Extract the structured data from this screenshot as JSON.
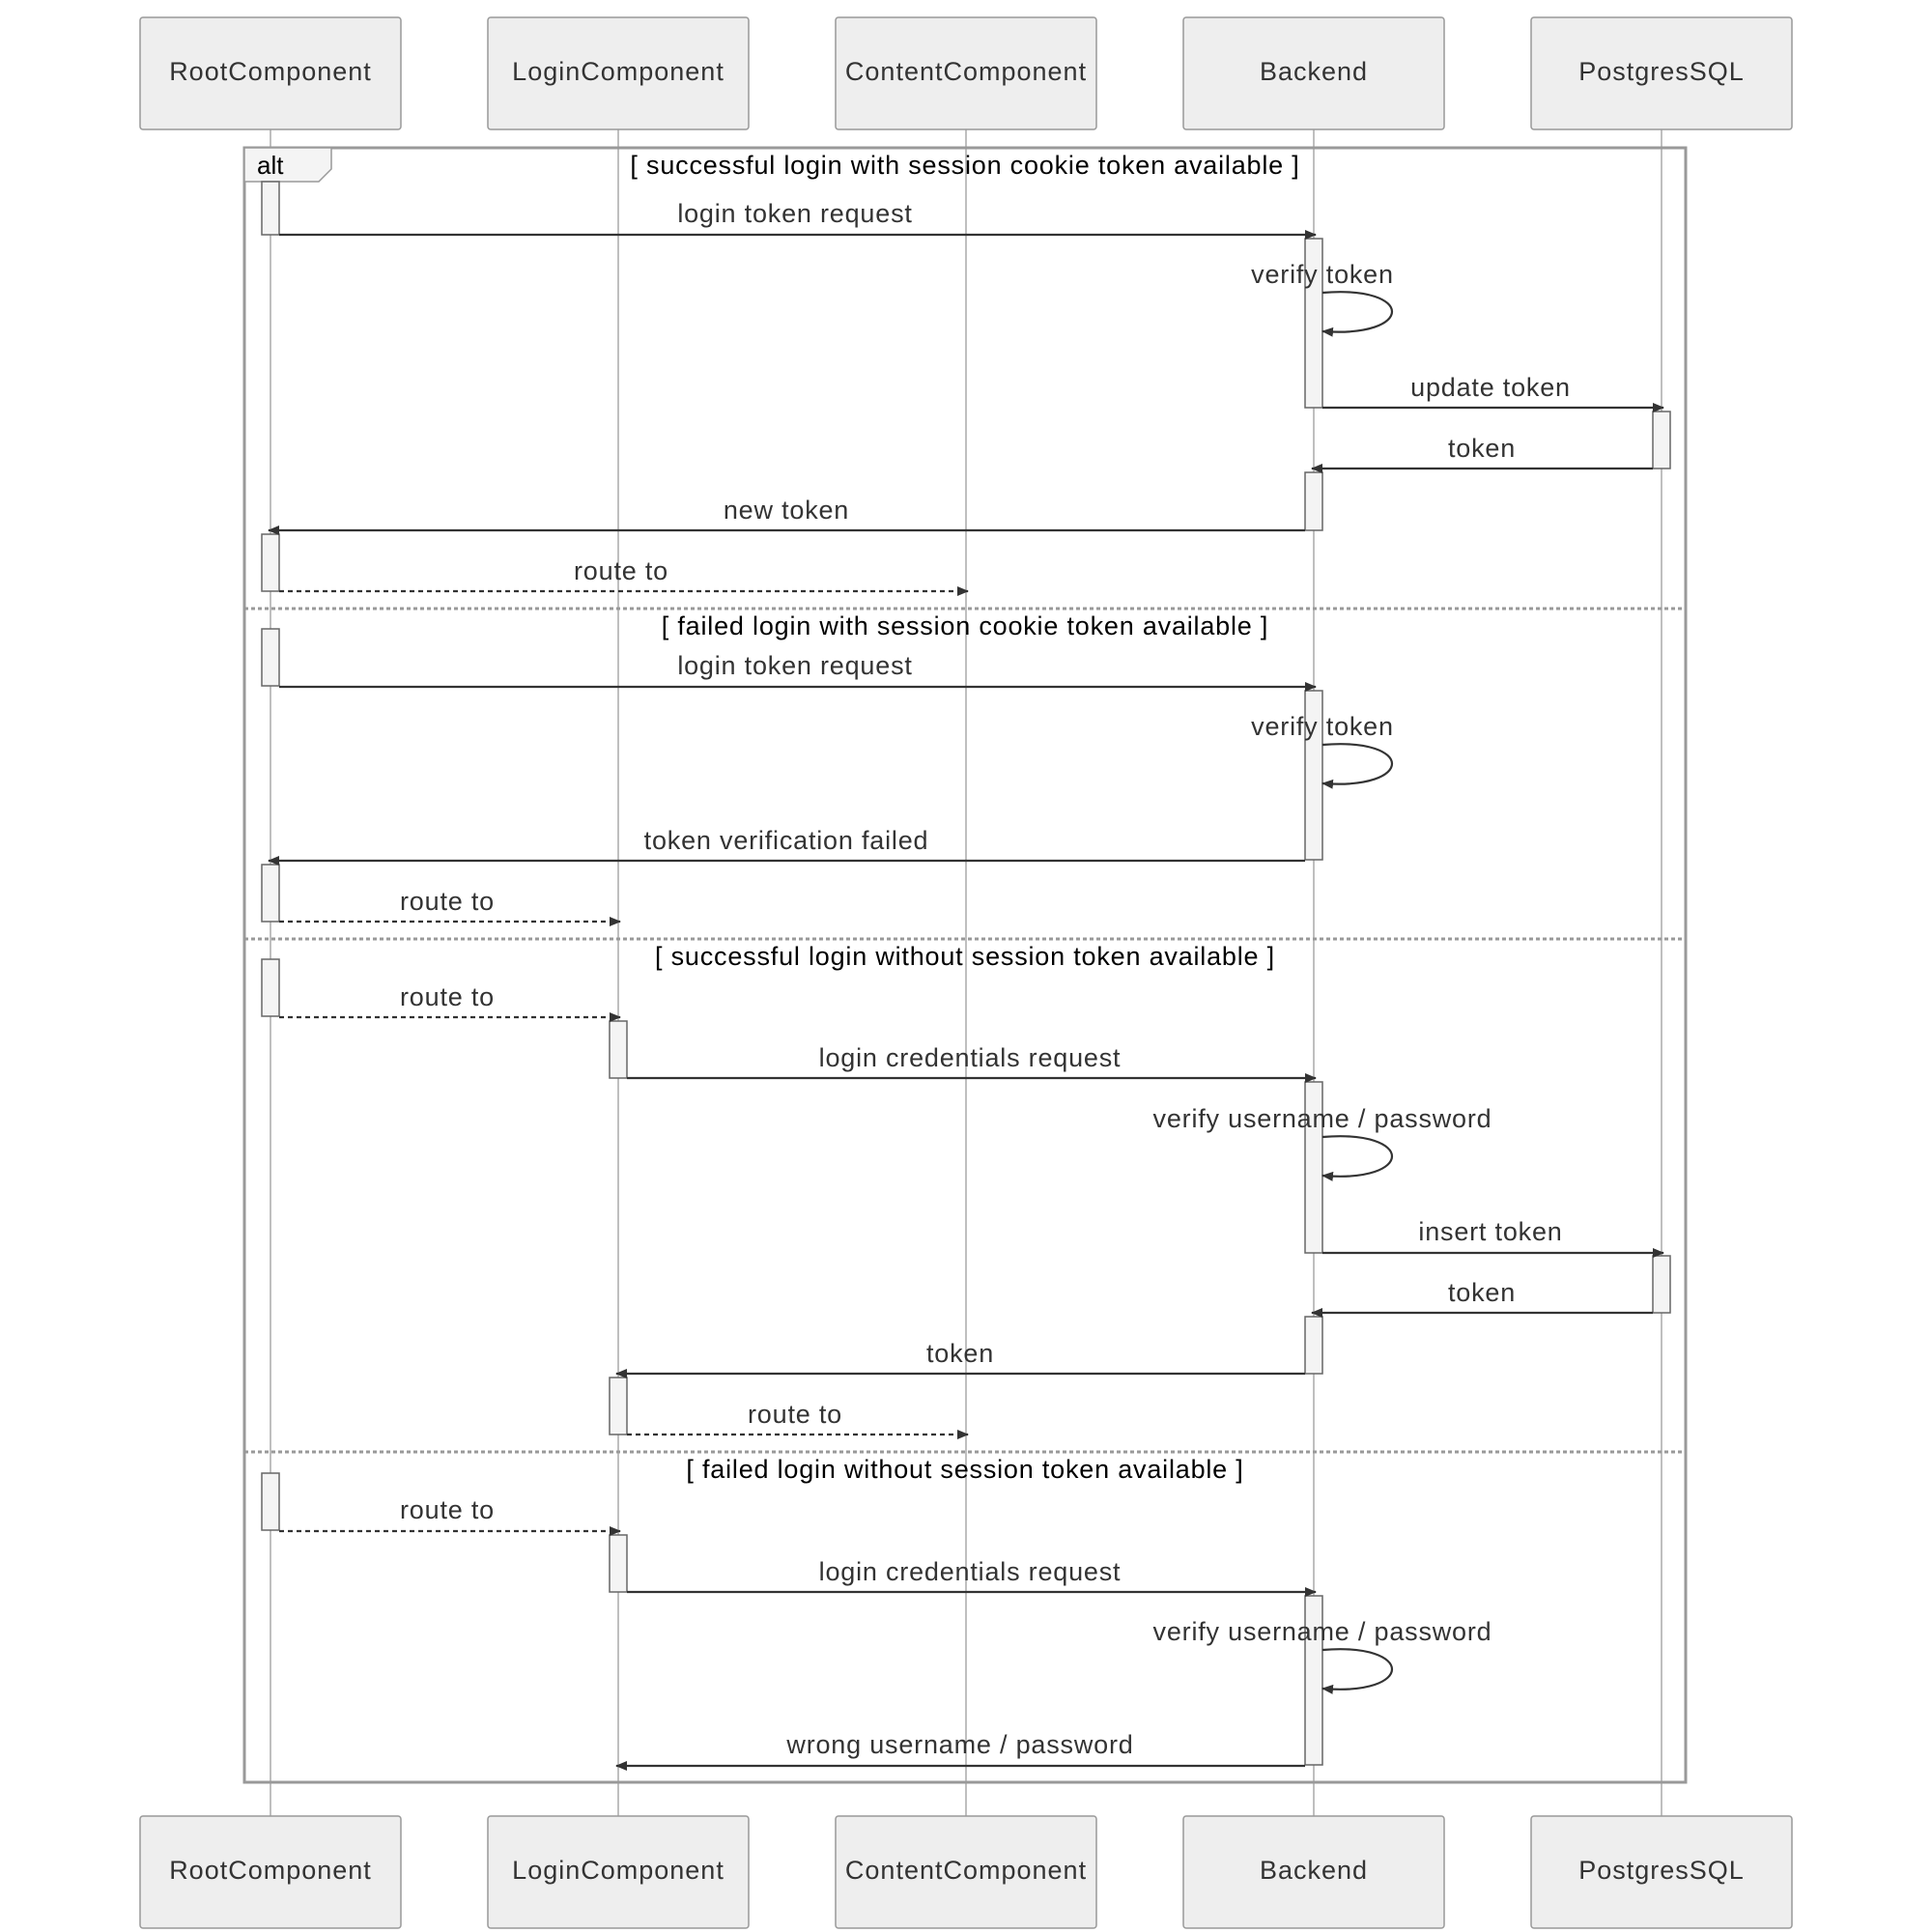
{
  "participants": [
    "RootComponent",
    "LoginComponent",
    "ContentComponent",
    "Backend",
    "PostgresSQL"
  ],
  "frame": {
    "keyword": "alt",
    "sections": [
      "[ successful login with session cookie token available ]",
      "[ failed login with session cookie token available ]",
      "[ successful login without session token available ]",
      "[ failed login without session token available ]"
    ]
  },
  "messages": [
    {
      "section": 0,
      "from": "RootComponent",
      "to": "Backend",
      "label": "login token request",
      "style": "solid"
    },
    {
      "section": 0,
      "from": "Backend",
      "to": "Backend",
      "label": "verify token",
      "style": "solid"
    },
    {
      "section": 0,
      "from": "Backend",
      "to": "PostgresSQL",
      "label": "update token",
      "style": "solid"
    },
    {
      "section": 0,
      "from": "PostgresSQL",
      "to": "Backend",
      "label": "token",
      "style": "solid"
    },
    {
      "section": 0,
      "from": "Backend",
      "to": "RootComponent",
      "label": "new token",
      "style": "solid"
    },
    {
      "section": 0,
      "from": "RootComponent",
      "to": "ContentComponent",
      "label": "route to",
      "style": "dashed"
    },
    {
      "section": 1,
      "from": "RootComponent",
      "to": "Backend",
      "label": "login token request",
      "style": "solid"
    },
    {
      "section": 1,
      "from": "Backend",
      "to": "Backend",
      "label": "verify token",
      "style": "solid"
    },
    {
      "section": 1,
      "from": "Backend",
      "to": "RootComponent",
      "label": "token verification failed",
      "style": "solid"
    },
    {
      "section": 1,
      "from": "RootComponent",
      "to": "LoginComponent",
      "label": "route to",
      "style": "dashed"
    },
    {
      "section": 2,
      "from": "RootComponent",
      "to": "LoginComponent",
      "label": "route to",
      "style": "dashed"
    },
    {
      "section": 2,
      "from": "LoginComponent",
      "to": "Backend",
      "label": "login credentials request",
      "style": "solid"
    },
    {
      "section": 2,
      "from": "Backend",
      "to": "Backend",
      "label": "verify username / password",
      "style": "solid"
    },
    {
      "section": 2,
      "from": "Backend",
      "to": "PostgresSQL",
      "label": "insert token",
      "style": "solid"
    },
    {
      "section": 2,
      "from": "PostgresSQL",
      "to": "Backend",
      "label": "token",
      "style": "solid"
    },
    {
      "section": 2,
      "from": "Backend",
      "to": "LoginComponent",
      "label": "token",
      "style": "solid"
    },
    {
      "section": 2,
      "from": "LoginComponent",
      "to": "ContentComponent",
      "label": "route to",
      "style": "dashed"
    },
    {
      "section": 3,
      "from": "RootComponent",
      "to": "LoginComponent",
      "label": "route to",
      "style": "dashed"
    },
    {
      "section": 3,
      "from": "LoginComponent",
      "to": "Backend",
      "label": "login credentials request",
      "style": "solid"
    },
    {
      "section": 3,
      "from": "Backend",
      "to": "Backend",
      "label": "verify username / password",
      "style": "solid"
    },
    {
      "section": 3,
      "from": "Backend",
      "to": "LoginComponent",
      "label": "wrong username / password",
      "style": "solid"
    }
  ],
  "colors": {
    "actor_fill": "#eeeeee",
    "actor_stroke": "#999999",
    "line": "#333333",
    "frame": "#999999"
  }
}
